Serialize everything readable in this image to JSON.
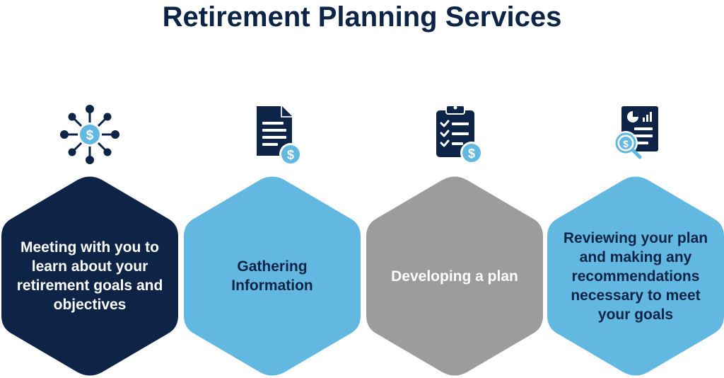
{
  "title": "Retirement Planning Services",
  "colors": {
    "navy": "#0d2447",
    "light_blue": "#62b8e0",
    "gray": "#9c9c9c",
    "white": "#ffffff"
  },
  "steps": [
    {
      "label": "Meeting with you to learn about your retirement goals and objectives",
      "icon": "network-dollar-icon",
      "fill": "#0d2447",
      "text_color": "#ffffff"
    },
    {
      "label": "Gathering Information",
      "icon": "document-dollar-icon",
      "fill": "#62b8e0",
      "text_color": "#0d2447"
    },
    {
      "label": "Developing a plan",
      "icon": "clipboard-checklist-dollar-icon",
      "fill": "#9c9c9c",
      "text_color": "#ffffff"
    },
    {
      "label": "Reviewing your plan and making any recommendations necessary to meet your goals",
      "icon": "report-magnifier-dollar-icon",
      "fill": "#62b8e0",
      "text_color": "#0d2447"
    }
  ]
}
